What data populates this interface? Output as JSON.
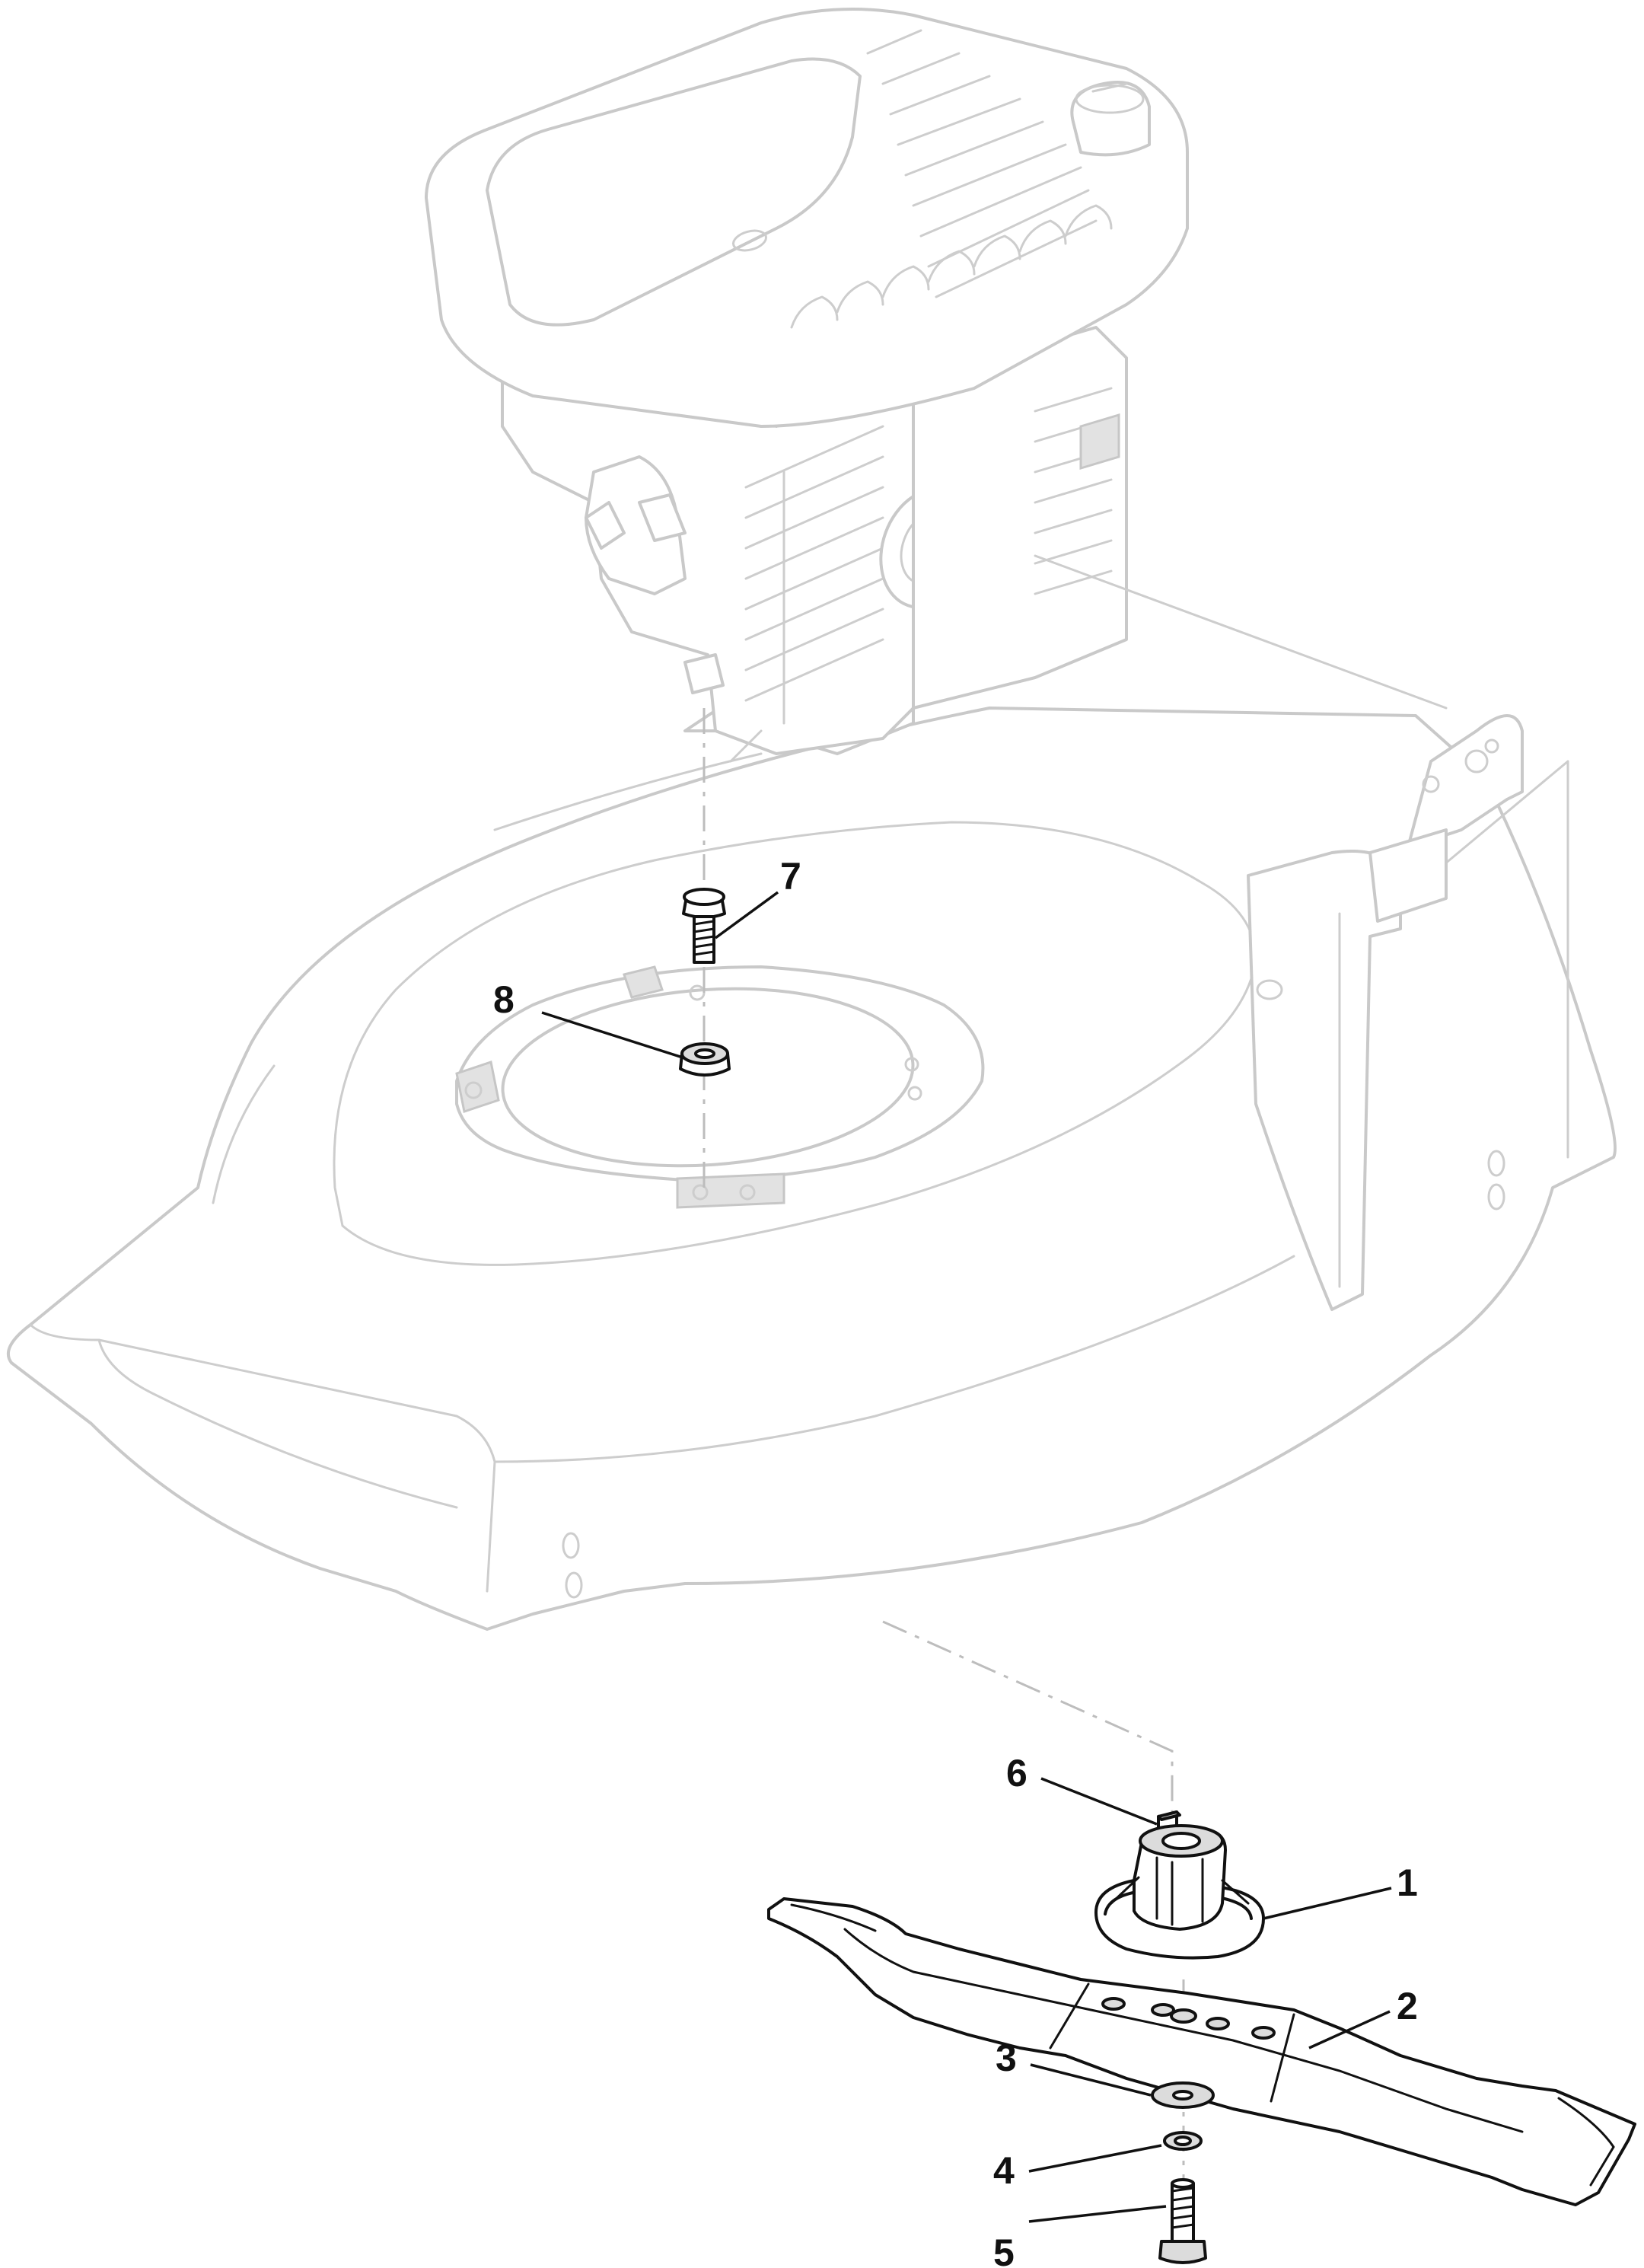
{
  "callouts": [
    "1",
    "2",
    "3",
    "4",
    "5",
    "6",
    "7",
    "8"
  ],
  "colors": {
    "active_part_stroke": "#111111",
    "ghost_stroke": "#c9c9c9",
    "background": "#ffffff"
  }
}
